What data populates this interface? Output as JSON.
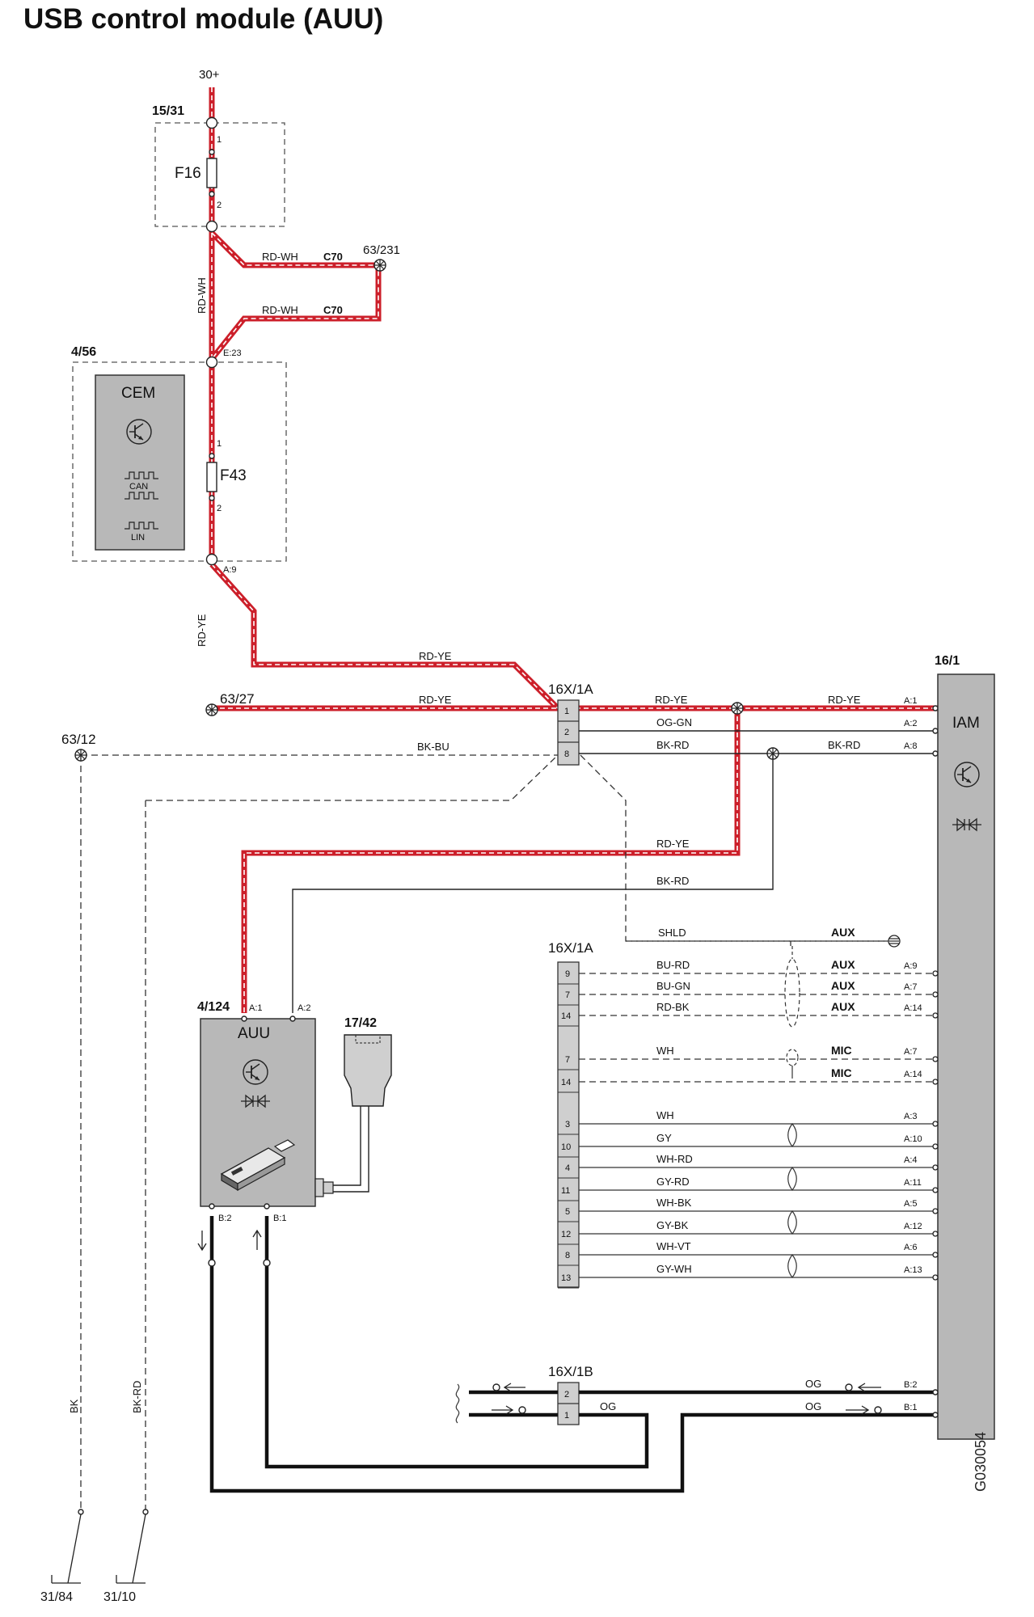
{
  "title": "USB control module (AUU)",
  "drawing_code": "G030054",
  "supply": "30+",
  "components": {
    "fuse_box": {
      "id": "15/31",
      "fuse": "F16",
      "pin_in": "1",
      "pin_out": "2"
    },
    "cem": {
      "id": "4/56",
      "name": "CEM",
      "can": "CAN",
      "lin": "LIN",
      "fuse": "F43",
      "pin_in": "1",
      "pin_out": "2",
      "pin_e": "E:23",
      "pin_a": "A:9"
    },
    "auu": {
      "id": "4/124",
      "name": "AUU",
      "pin_a1": "A:1",
      "pin_a2": "A:2",
      "pin_b2": "B:2",
      "pin_b1": "B:1"
    },
    "usb": {
      "id": "17/42"
    },
    "iam": {
      "id": "16/1",
      "name": "IAM"
    }
  },
  "splices": {
    "s63_231": "63/231",
    "s63_27": "63/27",
    "s63_12": "63/12",
    "c70_a": "C70",
    "c70_b": "C70"
  },
  "grounds": {
    "g1": "31/84",
    "g2": "31/10"
  },
  "connectors": {
    "c1a_top": {
      "id": "16X/1A",
      "pins": [
        "1",
        "2",
        "8"
      ]
    },
    "c1a_bottom": {
      "id": "16X/1A",
      "pins": [
        "9",
        "7",
        "14",
        "7",
        "14",
        "3",
        "10",
        "4",
        "11",
        "5",
        "12",
        "8",
        "13"
      ]
    },
    "c1b": {
      "id": "16X/1B",
      "pins": [
        "2",
        "1"
      ]
    }
  },
  "wires": {
    "rd_wh_v": "RD-WH",
    "rd_wh_1": "RD-WH",
    "rd_wh_2": "RD-WH",
    "rd_ye_v": "RD-YE",
    "rd_ye_1": "RD-YE",
    "rd_ye_2": "RD-YE",
    "rd_ye_3": "RD-YE",
    "rd_ye_4": "RD-YE",
    "rd_ye_5": "RD-YE",
    "og_gn": "OG-GN",
    "bk_rd_1": "BK-RD",
    "bk_rd_2": "BK-RD",
    "bk_rd_3": "BK-RD",
    "bk_bu": "BK-BU",
    "bk_v": "BK",
    "bk_rd_v": "BK-RD",
    "og_1": "OG",
    "og_2": "OG",
    "og_3": "OG"
  },
  "iam_pins_top": [
    "A:1",
    "A:2",
    "A:8"
  ],
  "bus_rows": [
    {
      "pin": "9",
      "wire": "BU-RD",
      "tag": "AUX",
      "iam": "A:9"
    },
    {
      "pin": "7",
      "wire": "BU-GN",
      "tag": "AUX",
      "iam": "A:7"
    },
    {
      "pin": "14",
      "wire": "RD-BK",
      "tag": "AUX",
      "iam": "A:14"
    },
    {
      "pin": "7",
      "wire": "WH",
      "tag": "MIC",
      "iam": "A:7"
    },
    {
      "pin": "14",
      "wire": "",
      "tag": "MIC",
      "iam": "A:14"
    },
    {
      "pin": "3",
      "wire": "WH",
      "tag": "",
      "iam": "A:3"
    },
    {
      "pin": "10",
      "wire": "GY",
      "tag": "",
      "iam": "A:10"
    },
    {
      "pin": "4",
      "wire": "WH-RD",
      "tag": "",
      "iam": "A:4"
    },
    {
      "pin": "11",
      "wire": "GY-RD",
      "tag": "",
      "iam": "A:11"
    },
    {
      "pin": "5",
      "wire": "WH-BK",
      "tag": "",
      "iam": "A:5"
    },
    {
      "pin": "12",
      "wire": "GY-BK",
      "tag": "",
      "iam": "A:12"
    },
    {
      "pin": "8",
      "wire": "WH-VT",
      "tag": "",
      "iam": "A:6"
    },
    {
      "pin": "13",
      "wire": "GY-WH",
      "tag": "",
      "iam": "A:13"
    }
  ],
  "shield": {
    "wire": "SHLD",
    "tag": "AUX"
  },
  "iam_pins_b": [
    "B:2",
    "B:1"
  ],
  "colors": {
    "power": "#cc1f2a",
    "power_core": "#ffffff",
    "module_fill": "#b8b8b8",
    "line": "#111111"
  }
}
